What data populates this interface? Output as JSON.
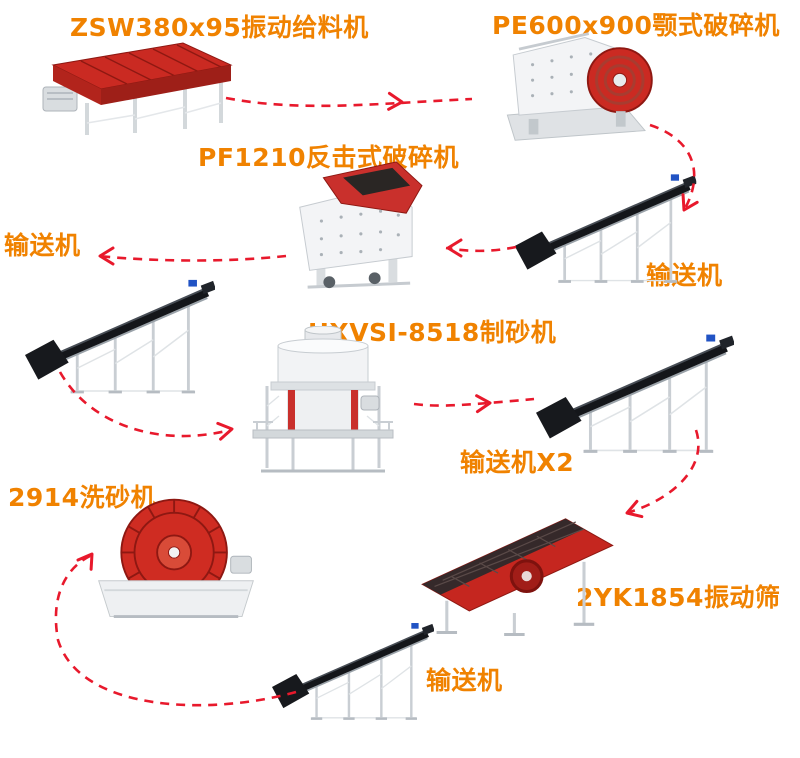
{
  "page": {
    "background": "#ffffff",
    "label_color": "#f08200",
    "arrow_color": "#e8192c",
    "machine_red": "#c9302c"
  },
  "flow": {
    "feeder_label": "ZSW380x95振动给料机",
    "jaw_crusher_label": "PE600x900颚式破碎机",
    "impact_crusher_label": "PF1210反击式破碎机",
    "conveyor_left_label": "输送机",
    "conveyor_right_label": "输送机",
    "sand_maker_label": "HXVSI-8518制砂机",
    "conveyor_x2_label": "输送机X2",
    "sand_washer_label": "2914洗砂机",
    "vibrating_screen_label": "2YK1854振动筛",
    "conveyor_bottom_label": "输送机"
  }
}
